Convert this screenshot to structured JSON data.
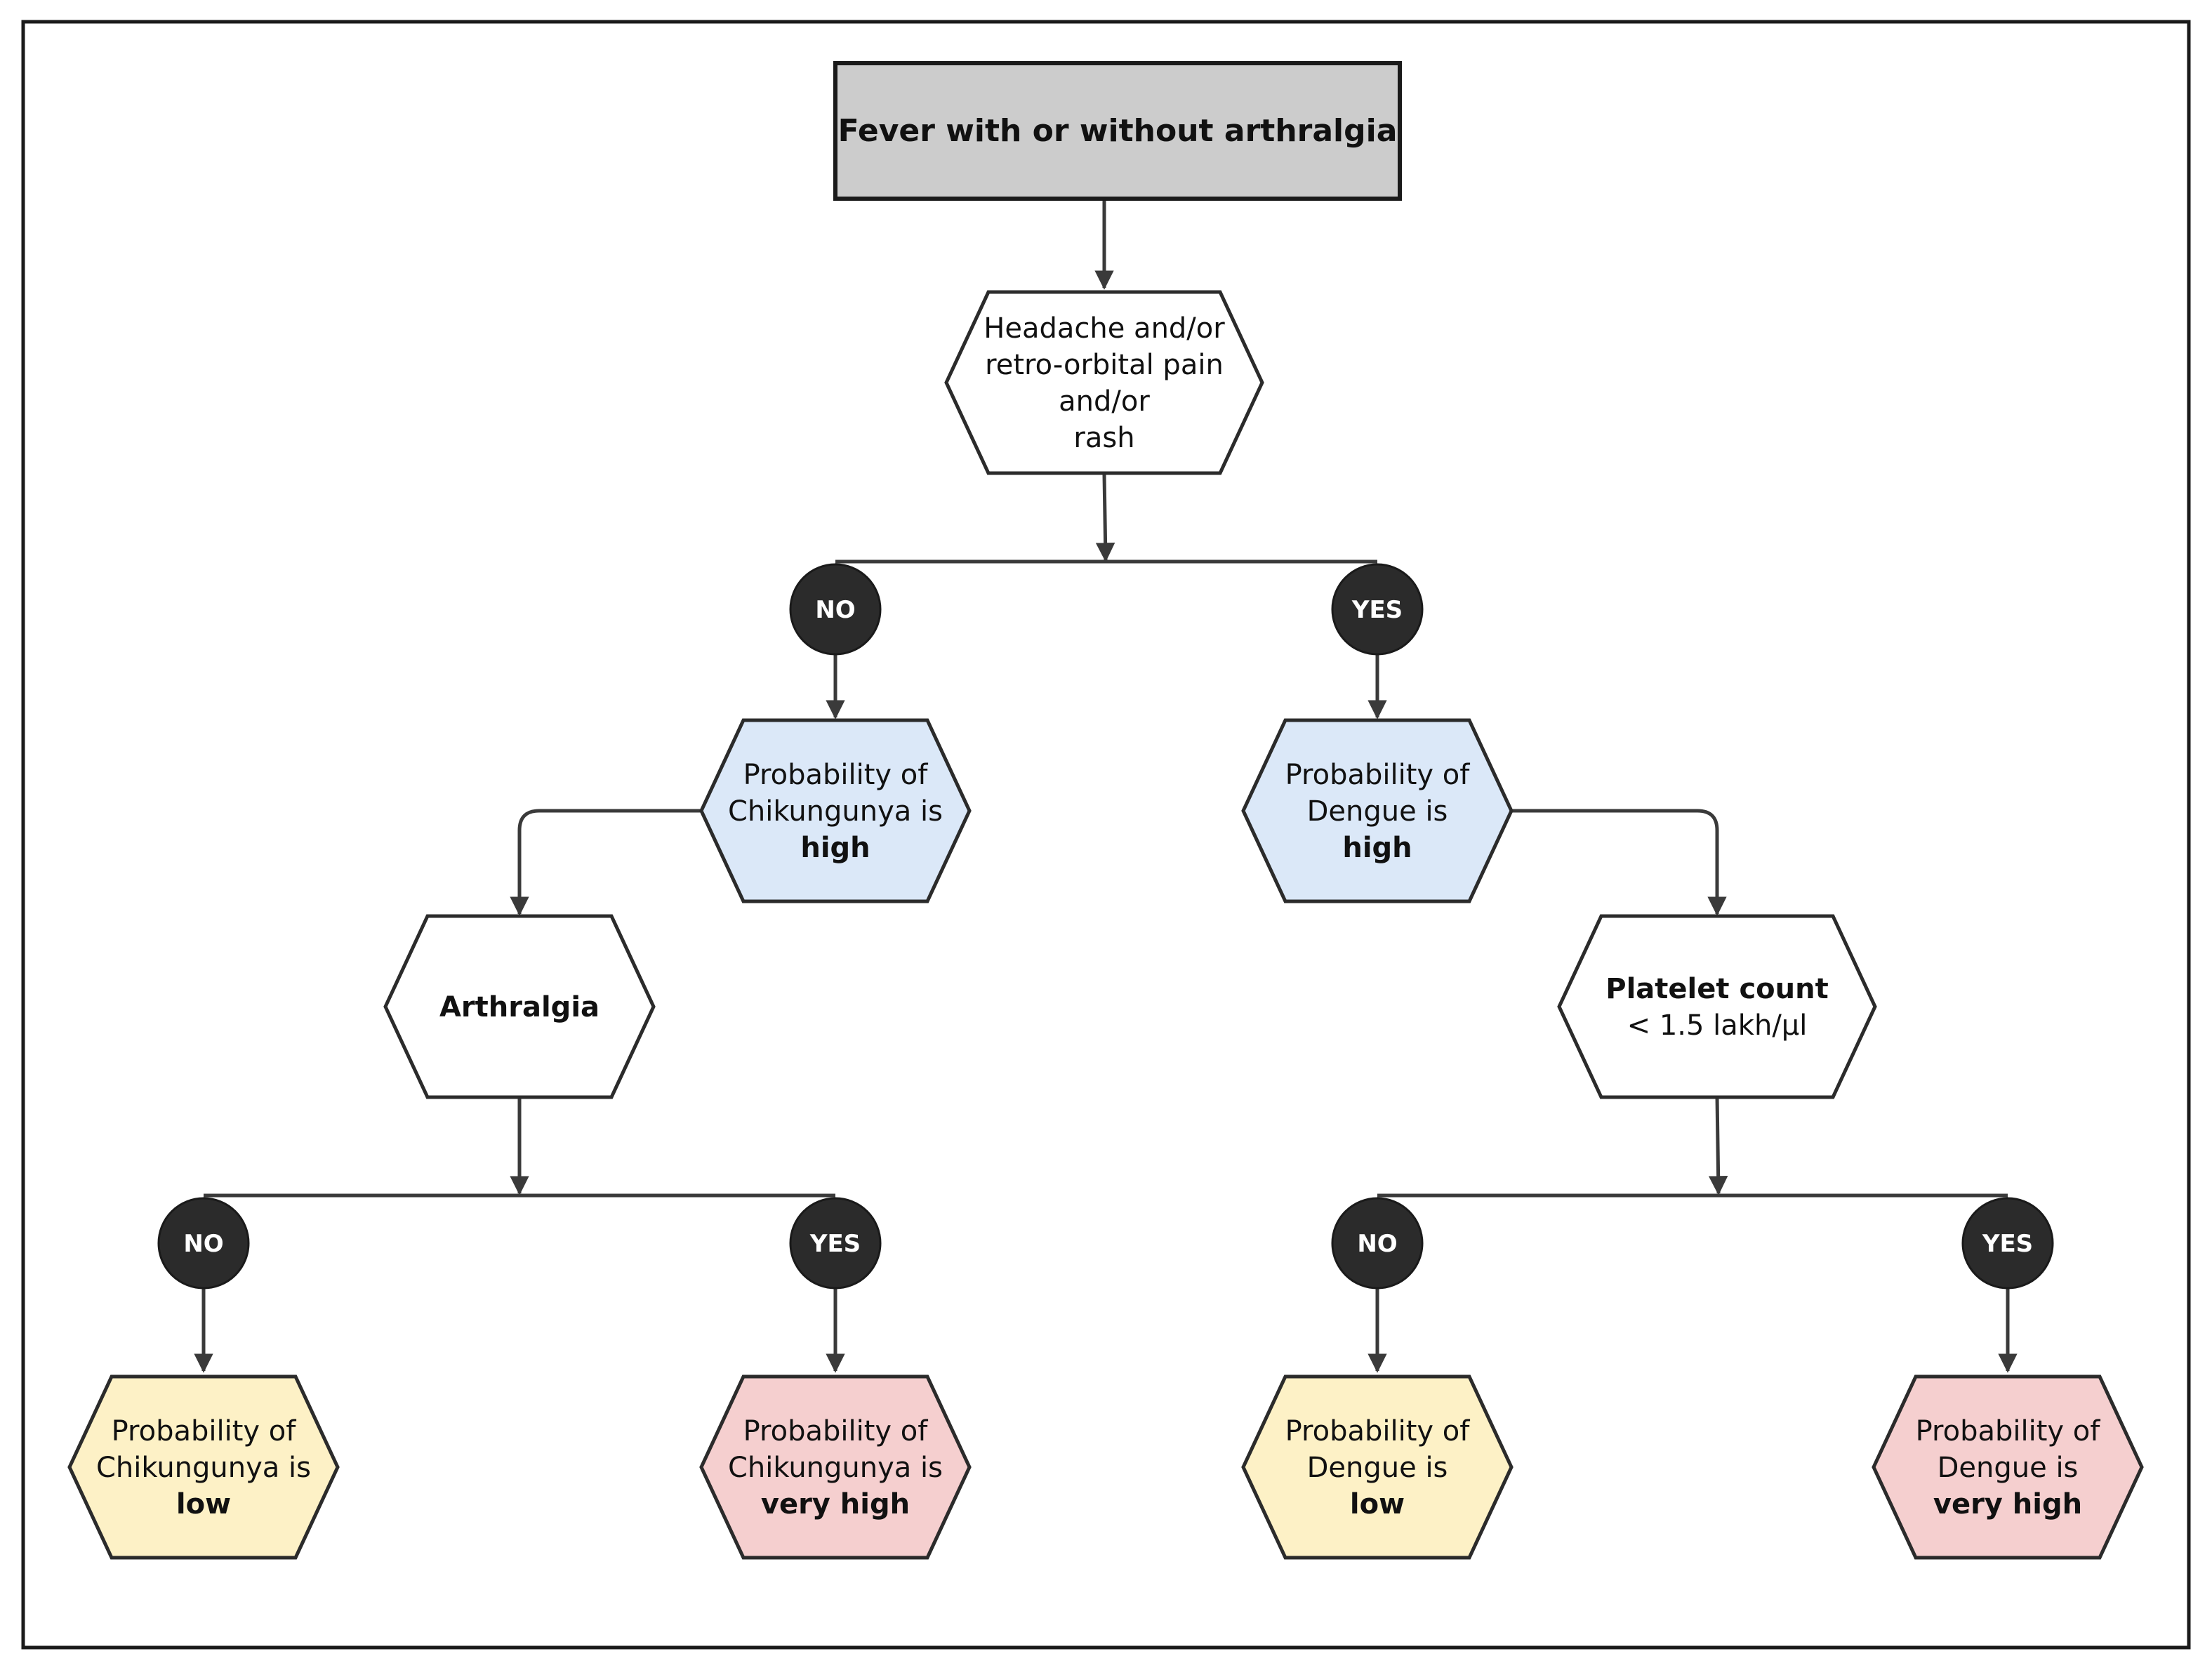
{
  "colors": {
    "start_fill": "#cccccc",
    "neutral_fill": "#ffffff",
    "high_fill": "#dbe8f8",
    "low_fill": "#fdf1c6",
    "very_high_fill": "#f5cfcf",
    "badge_fill": "#2b2b2b",
    "line": "#3a3a3a",
    "frame": "#1a1a1a"
  },
  "start": {
    "label": "Fever with or without arthralgia"
  },
  "nodes": {
    "headache": {
      "lines": [
        "Headache and/or",
        "retro-orbital pain",
        "and/or",
        "rash"
      ],
      "bold_last": false
    },
    "chik_high": {
      "lines": [
        "Probability of",
        "Chikungunya is",
        "high"
      ],
      "bold_last": true
    },
    "dengue_high": {
      "lines": [
        "Probability of",
        "Dengue is",
        "high"
      ],
      "bold_last": true
    },
    "arthralgia": {
      "lines": [
        "Arthralgia"
      ],
      "bold_last": true
    },
    "platelet": {
      "lines": [
        "Platelet count",
        "< 1.5 lakh/µl"
      ],
      "bold_first": true
    },
    "chik_low": {
      "lines": [
        "Probability of",
        "Chikungunya is",
        "low"
      ],
      "bold_last": true
    },
    "chik_very_high": {
      "lines": [
        "Probability of",
        "Chikungunya is",
        "very high"
      ],
      "bold_last": true
    },
    "dengue_low": {
      "lines": [
        "Probability of",
        "Dengue is",
        "low"
      ],
      "bold_last": true
    },
    "dengue_very_high": {
      "lines": [
        "Probability of",
        "Dengue is",
        "very high"
      ],
      "bold_last": true
    }
  },
  "badges": {
    "no_label": "NO",
    "yes_label": "YES"
  }
}
